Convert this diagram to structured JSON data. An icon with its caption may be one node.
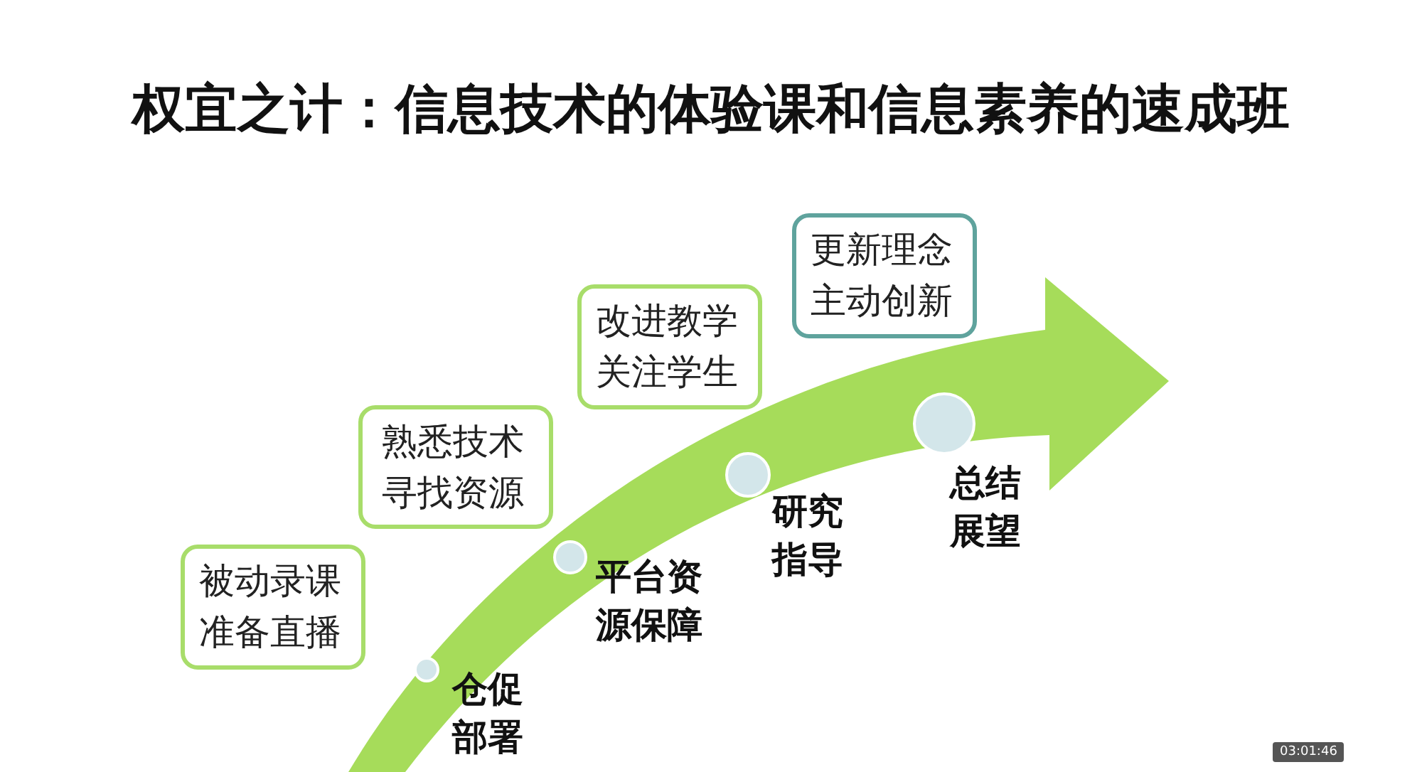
{
  "diagram": {
    "title": "权宜之计：信息技术的体验课和信息素养的速成班",
    "nodes": [
      {
        "text": [
          "被动录课准备直播"
        ]
      },
      {
        "text": [],
        "shape": "circle",
        "beside": [
          "仓促部署"
        ]
      },
      {
        "text": [
          "熟悉技术寻找资源"
        ]
      },
      {
        "text": [],
        "shape": "circle",
        "beside": [
          "平台资源保障"
        ]
      },
      {
        "text": [
          "改进教学关注学生"
        ]
      },
      {
        "text": [],
        "shape": "circle",
        "beside": [
          "研究指导"
        ]
      },
      {
        "text": [
          "更新理念主动创新"
        ]
      },
      {
        "text": [],
        "shape": "circle",
        "beside": [
          "总结展望"
        ]
      }
    ],
    "labels": [
      "03:01:46"
    ]
  }
}
